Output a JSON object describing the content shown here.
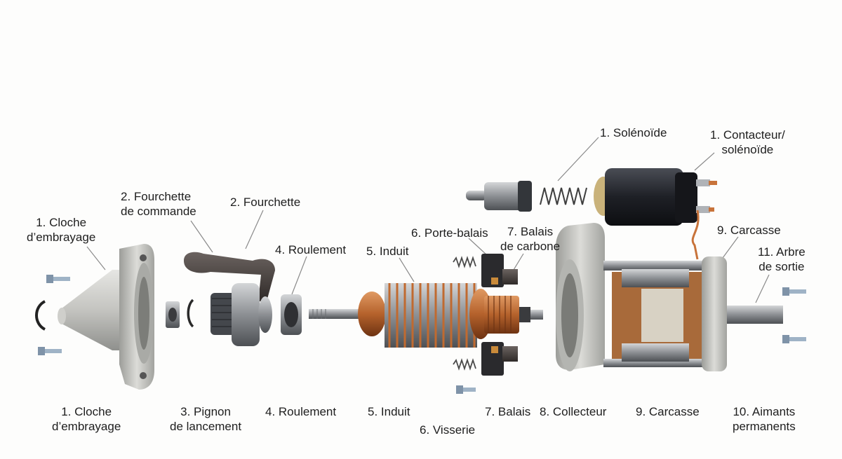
{
  "labels": {
    "cloche_top": "1. Cloche\nd’embrayage",
    "fourchette_cmd": "2. Fourchette\nde commande",
    "fourchette": "2. Fourchette",
    "roulement_top": "4. Roulement",
    "induit_top": "5. Induit",
    "porte_balais": "6. Porte-balais",
    "balais_carbone": "7. Balais\nde carbone",
    "solenoide": "1. Solénoïde",
    "contacteur": "1. Contacteur/\nsolénoïde",
    "carcasse_top": "9. Carcasse",
    "arbre": "11. Arbre\nde sortie",
    "cloche_bottom": "1. Cloche\nd’embrayage",
    "pignon": "3. Pignon\nde lancement",
    "roulement_bottom": "4. Roulement",
    "induit_bottom": "5. Induit",
    "visserie": "6. Visserie",
    "balais": "7. Balais",
    "collecteur": "8. Collecteur",
    "carcasse_bottom": "9. Carcasse",
    "aimants": "10. Aimants\npermanents"
  },
  "colors": {
    "background": "#fdfdfc",
    "leader_line": "#8a8a8a",
    "aluminium": "#c9c9c6",
    "steel": "#8e9094",
    "copper": "#b8632c",
    "solenoid_black": "#1d1f24"
  }
}
